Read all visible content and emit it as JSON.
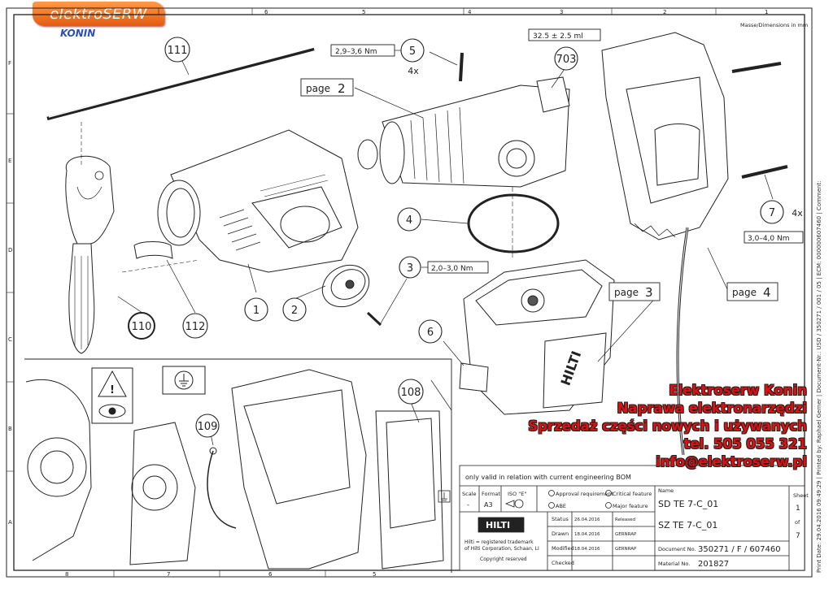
{
  "logo": {
    "brand": "elektroSERW",
    "city": "KONIN"
  },
  "units_note": "Masse/Dimensions in mm",
  "side_text": "Print Date: 29.04.2016 09:49:29 | Printed by: Raphael Gerner | Document-Nr.: USD / 350271 / 001 / 05 | ECM: 000000607460 | Comment:",
  "columns_top": [
    "6",
    "5",
    "4",
    "3",
    "2",
    "1"
  ],
  "columns_bottom": [
    "8",
    "7",
    "6",
    "5"
  ],
  "rows_left": [
    "F",
    "E",
    "D",
    "C",
    "B",
    "A"
  ],
  "callouts": {
    "c111": "111",
    "c5": "5",
    "c5_qty": "4x",
    "c5_torque": "2,9–3,6 Nm",
    "page2": "page",
    "page2_num": "2",
    "c703": "703",
    "c703_vol": "32.5 ± 2.5 ml",
    "c4": "4",
    "c3": "3",
    "c3_torque": "2,0–3,0 Nm",
    "c1": "1",
    "c2": "2",
    "c110": "110",
    "c112": "112",
    "c6": "6",
    "page3": "page",
    "page3_num": "3",
    "c7": "7",
    "c7_qty": "4x",
    "c7_torque": "3,0–4,0 Nm",
    "page4": "page",
    "page4_num": "4",
    "c108": "108",
    "c109": "109",
    "warning_mark": "!"
  },
  "advert": {
    "line1": "Elektroserw Konin",
    "line2": "Naprawa elektronarzędzi",
    "line3": "Sprzedaż części nowych i używanych",
    "line4": "tel. 505 055 321",
    "line5": "info@elektroserw.pl"
  },
  "titleblock": {
    "note": "only valid in relation with current engineering BOM",
    "scale_h": "Scale",
    "format_h": "Format",
    "iso_h": "ISO \"E\"",
    "scale_v": "-",
    "format_v": "A3",
    "approval": "Approval requirement",
    "critical": "Critical feature",
    "abe": "ABE",
    "major": "Major feature",
    "brand": "HILTI",
    "trademark1": "Hilti = registered trademark",
    "trademark2": "of Hilti Corporation, Schaan, LI",
    "copyright": "Copyright reserved",
    "rows": [
      {
        "label": "Status",
        "date": "26.04.2016",
        "value": "Released"
      },
      {
        "label": "Drawn",
        "date": "18.04.2016",
        "value": "GERNRAP"
      },
      {
        "label": "Modified",
        "date": "18.04.2016",
        "value": "GERNRAP"
      },
      {
        "label": "Checked",
        "date": "",
        "value": ""
      }
    ],
    "name_h": "Name",
    "name1": "SD TE 7-C_01",
    "name2": "SZ TE 7-C_01",
    "docno_h": "Document No.",
    "docno": "350271 / F / 607460",
    "matno_h": "Material No.",
    "matno": "201827",
    "sheet_h": "Sheet",
    "sheet": "1",
    "of": "of",
    "sheets": "7"
  }
}
